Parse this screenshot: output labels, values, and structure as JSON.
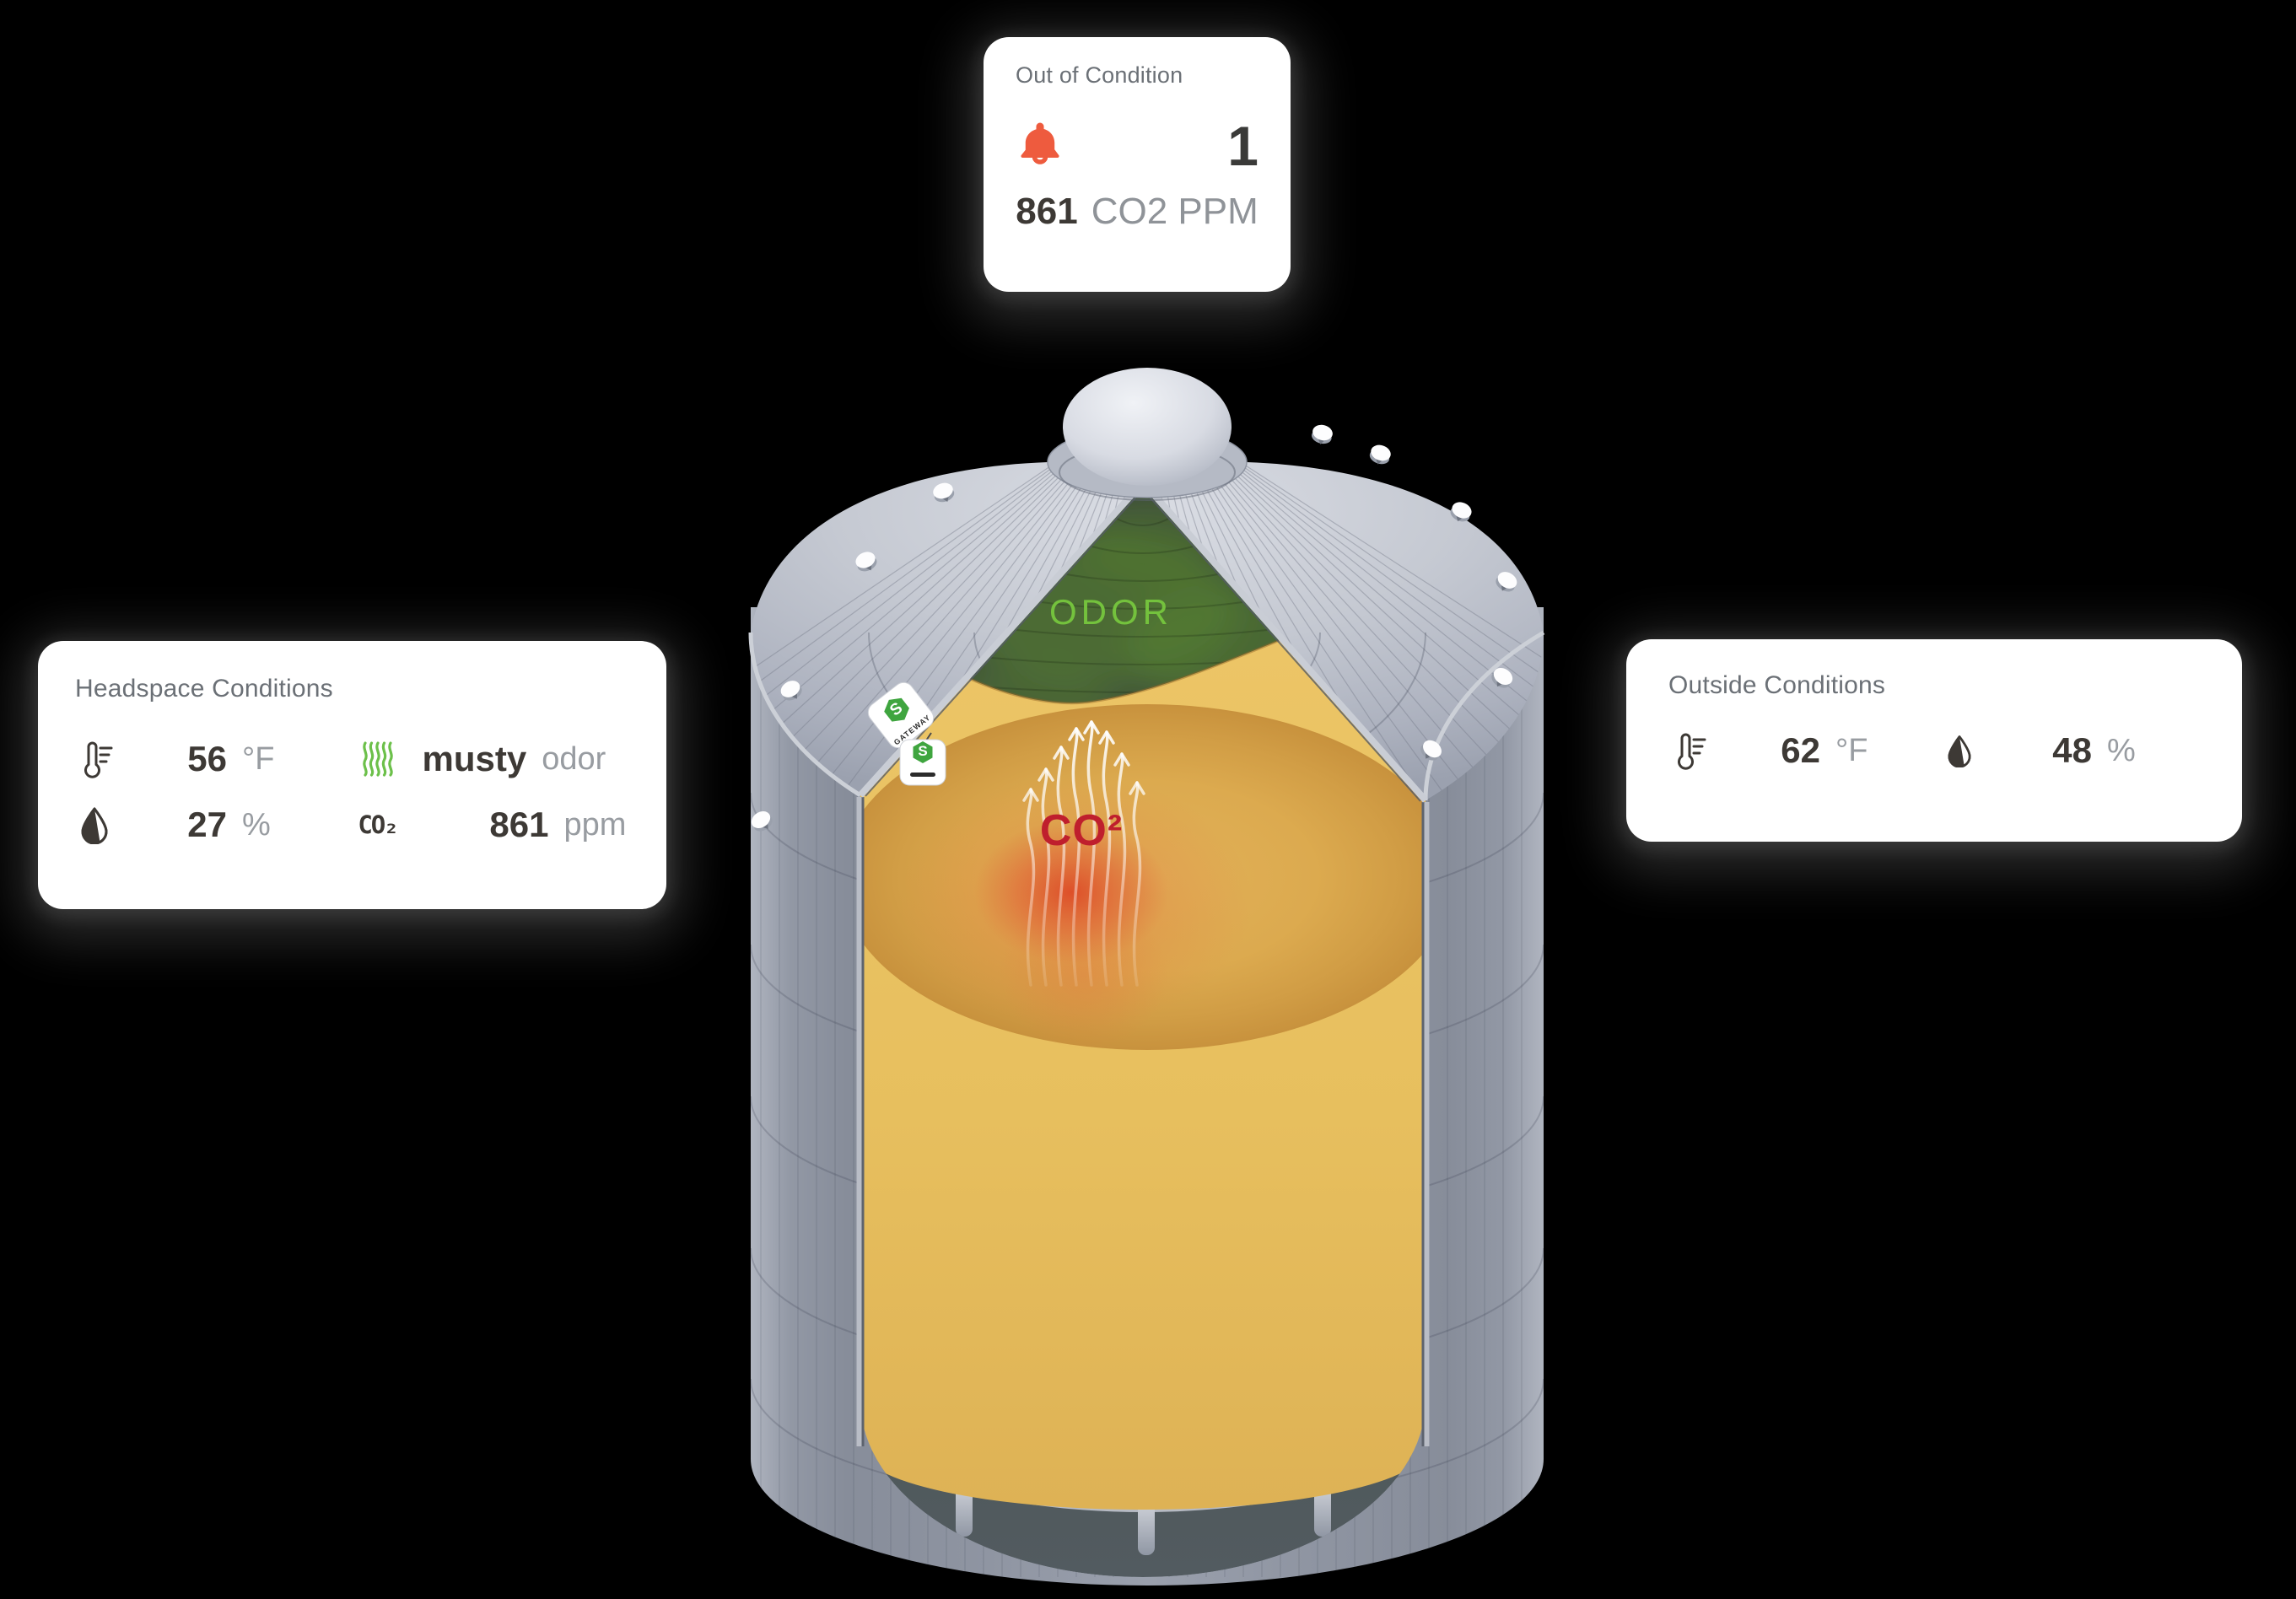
{
  "palette": {
    "background": "#000000",
    "card_background": "#ffffff",
    "title_gray": "#6b7076",
    "value_dark": "#3d3935",
    "unit_gray": "#989ca1",
    "alert_red": "#ee5b3e",
    "odor_green": "#74c23d",
    "co2_red": "#bf1f2d",
    "grain_gold": "#e7bf5e"
  },
  "alert_card": {
    "title": "Out of Condition",
    "count": "1",
    "value": "861",
    "unit": "CO2 PPM"
  },
  "headspace_card": {
    "title": "Headspace Conditions",
    "co2_glyph": "CO₂",
    "metrics": [
      {
        "icon": "thermometer-icon",
        "value": "56",
        "unit": "°F"
      },
      {
        "icon": "odor-waves-icon",
        "value": "musty",
        "unit": "odor"
      },
      {
        "icon": "humidity-droplet-icon",
        "value": "27",
        "unit": "%"
      },
      {
        "icon": "co2-icon",
        "value": "861",
        "unit": "ppm"
      }
    ]
  },
  "outside_card": {
    "title": "Outside Conditions",
    "metrics": [
      {
        "icon": "thermometer-icon",
        "value": "62",
        "unit": "°F"
      },
      {
        "icon": "humidity-droplet-icon",
        "value": "48",
        "unit": "%"
      }
    ]
  },
  "bin": {
    "headspace_label": "ODOR",
    "gas_label": "CO²",
    "sensor_tag_label": "GATEWAY"
  }
}
